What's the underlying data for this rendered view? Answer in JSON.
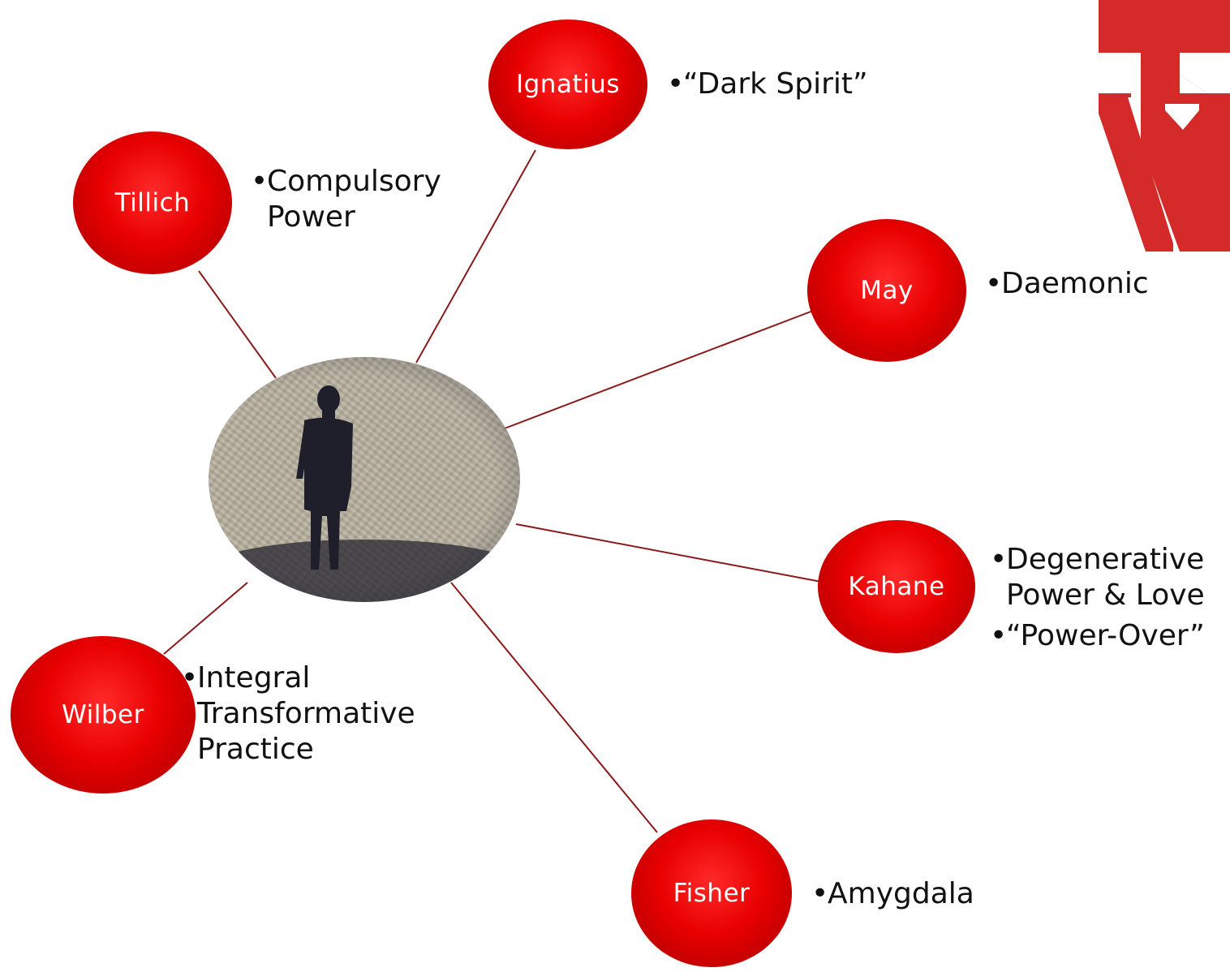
{
  "diagram": {
    "line_color": "#8b1a1a",
    "node_color": "#e60000",
    "nodes": [
      {
        "label": "Ignatius",
        "bullets": [
          "“Dark Spirit”"
        ]
      },
      {
        "label": "Tillich",
        "bullets": [
          "Compulsory Power"
        ]
      },
      {
        "label": "May",
        "bullets": [
          "Daemonic"
        ]
      },
      {
        "label": "Kahane",
        "bullets": [
          "Degenerative Power & Love",
          "“Power-Over”"
        ]
      },
      {
        "label": "Wilber",
        "bullets": [
          "Integral Transformative Practice"
        ]
      },
      {
        "label": "Fisher",
        "bullets": [
          "Amygdala"
        ]
      }
    ]
  }
}
